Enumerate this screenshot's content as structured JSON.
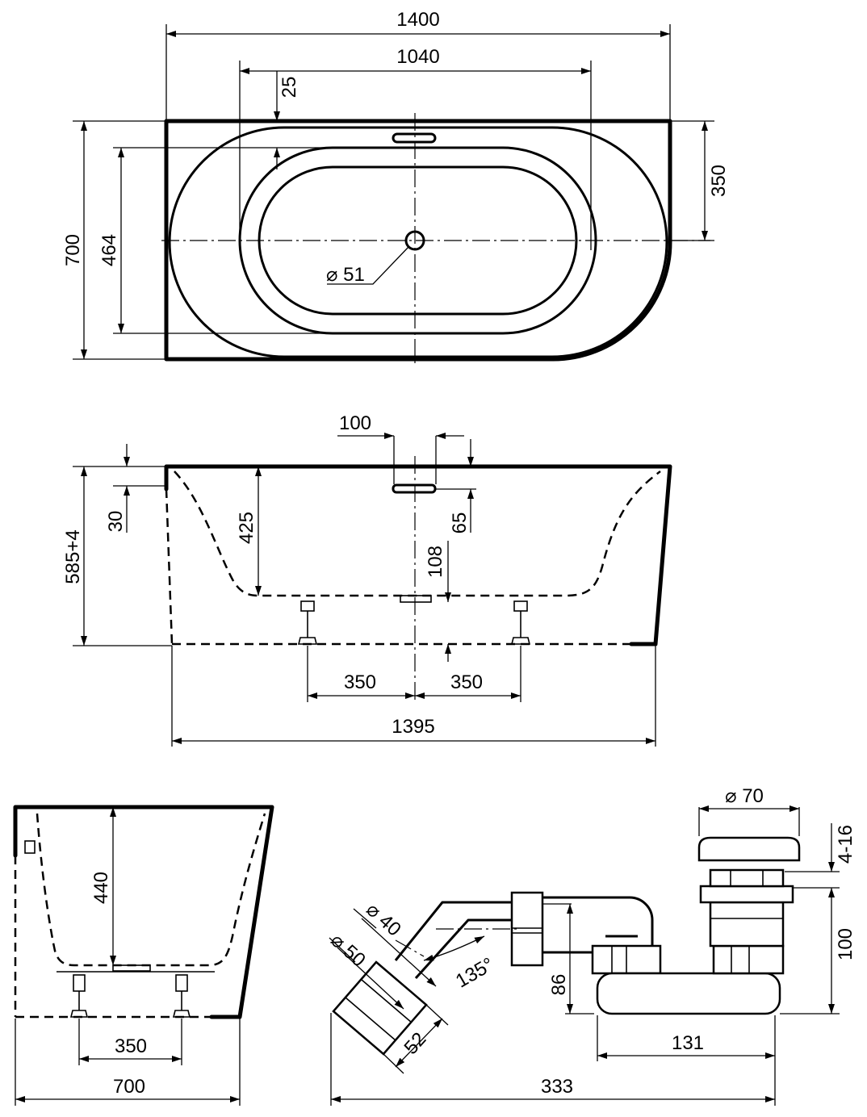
{
  "top_view": {
    "width_total": "1400",
    "width_inner": "1040",
    "offset_top": "25",
    "half_depth": "350",
    "depth_total": "700",
    "depth_inner": "464",
    "drain_diameter": "⌀ 51"
  },
  "side_view": {
    "overflow_width": "100",
    "rim_offset": "30",
    "height": "585+4",
    "inner_depth": "425",
    "overflow_drop": "65",
    "drain_height": "108",
    "foot_left": "350",
    "foot_right": "350",
    "base_length": "1395"
  },
  "end_view": {
    "inner_depth": "440",
    "foot_spacing": "350",
    "width": "700"
  },
  "waste_set": {
    "plug_diameter": "⌀ 70",
    "plug_adjust": "4-16",
    "height": "100",
    "outlet_40": "⌀ 40",
    "outlet_50": "⌀ 50",
    "angle": "135°",
    "trap_height": "86",
    "outlet_length": "52",
    "trap_width": "131",
    "total_length": "333"
  },
  "colors": {
    "line": "#000000",
    "background": "#ffffff"
  }
}
